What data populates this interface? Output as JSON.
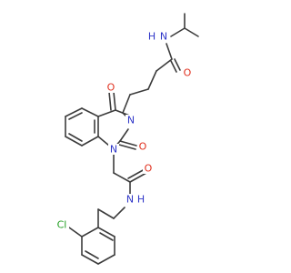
{
  "atoms": [
    {
      "id": "o_amide_top",
      "text": "O",
      "color": "#e0301e"
    },
    {
      "id": "n_amide_top",
      "text": "N",
      "color": "#2f36c8"
    },
    {
      "id": "h_amide_top",
      "text": "H",
      "color": "#2f36c8"
    },
    {
      "id": "o_c4",
      "text": "O",
      "color": "#e0301e"
    },
    {
      "id": "n3",
      "text": "N",
      "color": "#2f36c8"
    },
    {
      "id": "o_c2",
      "text": "O",
      "color": "#e0301e"
    },
    {
      "id": "n1",
      "text": "N",
      "color": "#2f36c8"
    },
    {
      "id": "o_amide_bottom",
      "text": "O",
      "color": "#e0301e"
    },
    {
      "id": "n_amide_bottom",
      "text": "N",
      "color": "#2f36c8"
    },
    {
      "id": "h_amide_bottom",
      "text": "H",
      "color": "#2f36c8"
    },
    {
      "id": "cl",
      "text": "Cl",
      "color": "#1f9d1f"
    }
  ],
  "bond_color": "#3c3c3c",
  "background": "#ffffff"
}
